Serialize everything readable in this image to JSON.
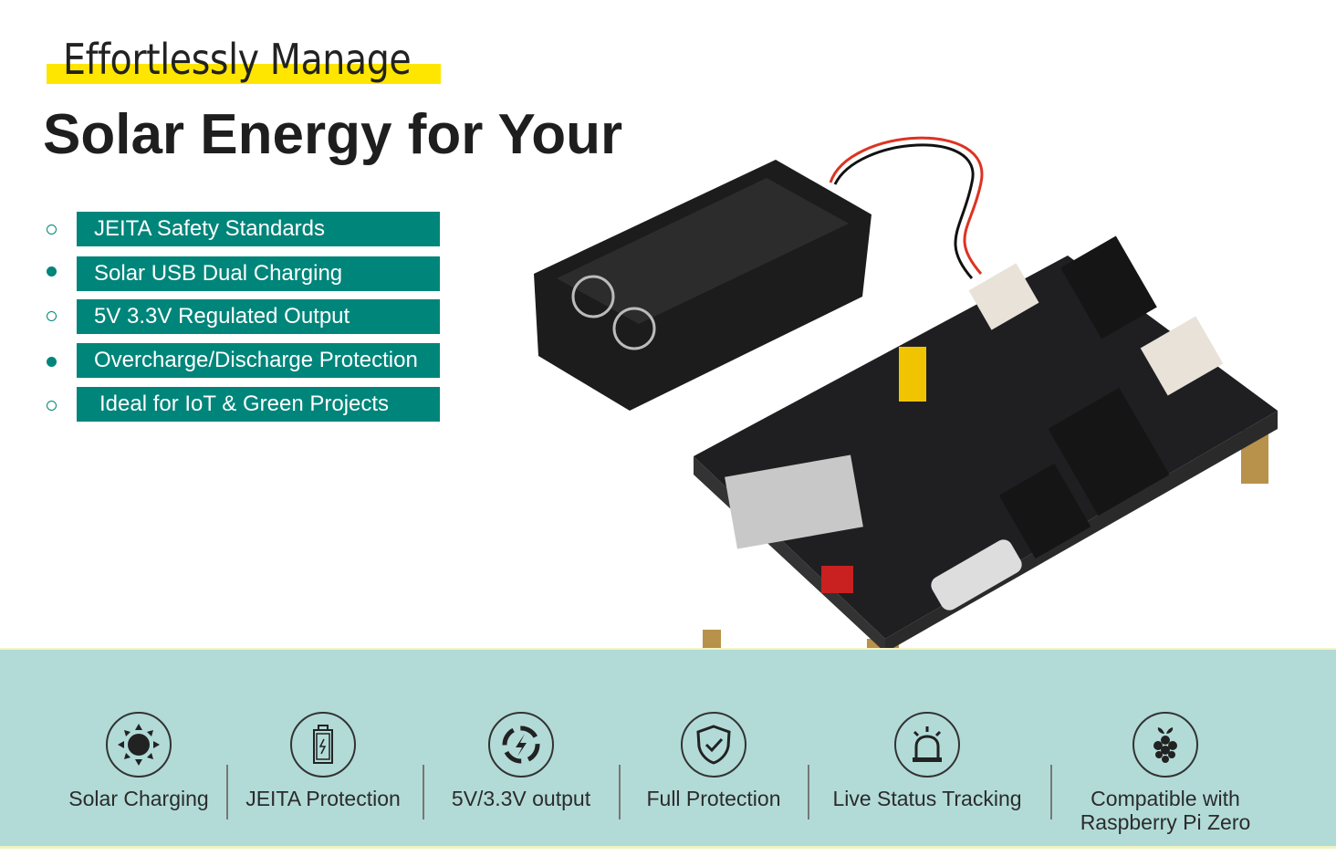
{
  "headline": {
    "subtitle": "Effortlessly Manage",
    "title": "Solar Energy for Your"
  },
  "features": [
    "JEITA Safety Standards",
    "Solar USB Dual Charging",
    "5V 3.3V Regulated Output",
    "Overcharge/Discharge Protection",
    "Ideal for IoT & Green Projects"
  ],
  "badges": [
    {
      "icon": "sun-icon",
      "label": "Solar Charging"
    },
    {
      "icon": "battery-icon",
      "label": "JEITA Protection"
    },
    {
      "icon": "lightning-icon",
      "label": "5V/3.3V output"
    },
    {
      "icon": "shield-check-icon",
      "label": "Full Protection"
    },
    {
      "icon": "alarm-light-icon",
      "label": "Live Status Tracking"
    },
    {
      "icon": "raspberry-icon",
      "label": "Compatible with Raspberry Pi Zero"
    }
  ],
  "colors": {
    "accent": "#00857a",
    "highlight": "#ffe600",
    "band": "#b2dbd8"
  }
}
